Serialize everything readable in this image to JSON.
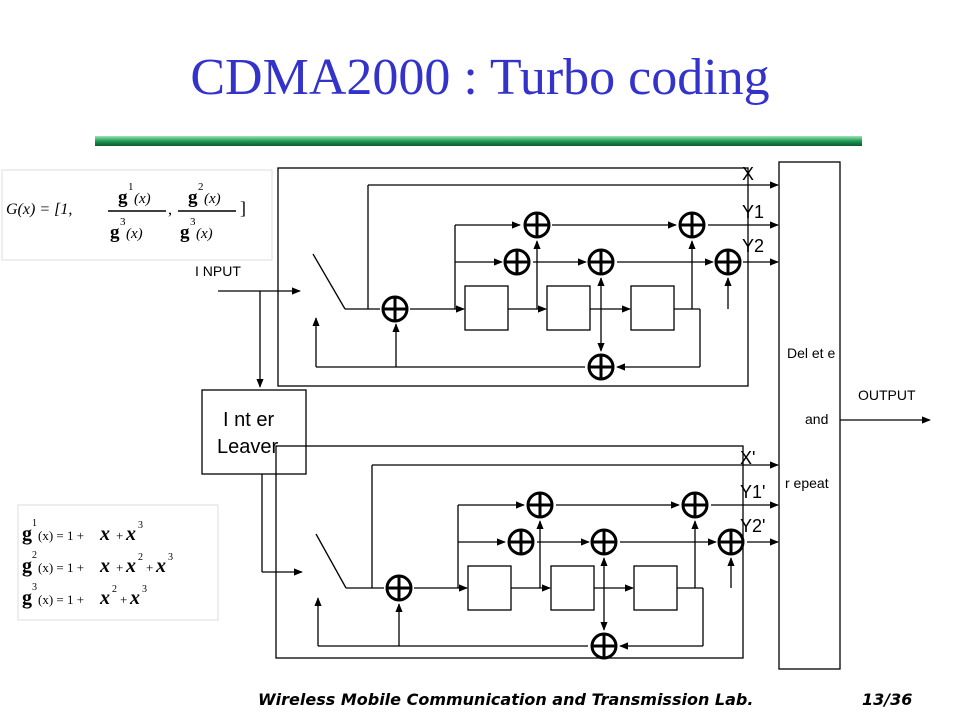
{
  "slide": {
    "title": "CDMA2000 : Turbo coding",
    "footer_text": "Wireless Mobile Communication and Transmission Lab.",
    "page_number": "13/36"
  },
  "diagram": {
    "input_label": "I NPUT",
    "output_label": "OUTPUT",
    "interleaver_label_line1": "I nt er",
    "interleaver_label_line2": "Leaver",
    "delete_label_line1": "Del et e",
    "delete_label_line2": "and",
    "delete_label_line3": "r epeat",
    "upper_outputs": [
      "X",
      "Y1",
      "Y2"
    ],
    "lower_outputs": [
      "X'",
      "Y1'",
      "Y2'"
    ],
    "equations": {
      "G": "G(x) = [1, g¹(x)/g³(x), g²(x)/g³(x)]",
      "g1": "g¹(x) = 1 + x + x³",
      "g2": "g²(x) = 1 + x + x² + x³",
      "g3": "g³(x) = 1 + x² + x³"
    }
  },
  "colors": {
    "title": "#3333cc",
    "rule": "#1f9a55",
    "line": "#000000"
  }
}
